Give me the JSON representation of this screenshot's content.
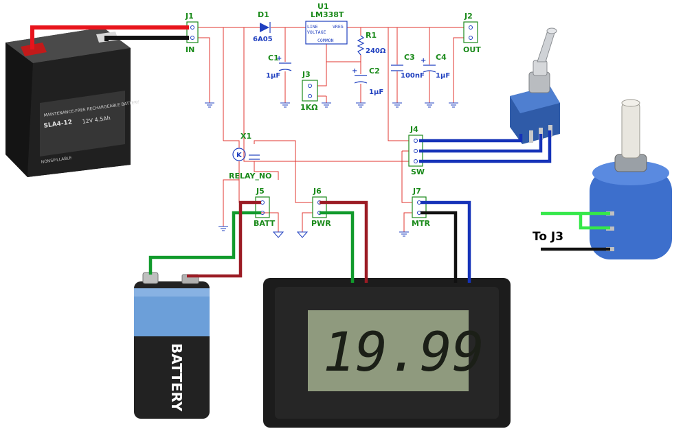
{
  "connectors": {
    "j1": {
      "ref": "J1",
      "name": "IN"
    },
    "j2": {
      "ref": "J2",
      "name": "OUT"
    },
    "j3": {
      "ref": "J3",
      "name": "1KΩ"
    },
    "j4": {
      "ref": "J4",
      "name": "SW"
    },
    "j5": {
      "ref": "J5",
      "name": "BATT"
    },
    "j6": {
      "ref": "J6",
      "name": "PWR"
    },
    "j7": {
      "ref": "J7",
      "name": "MTR"
    }
  },
  "components": {
    "d1": {
      "ref": "D1",
      "value": "6A05"
    },
    "u1": {
      "ref": "U1",
      "value": "LM338T",
      "pin_line": "LINE",
      "pin_voltage": "VOLTAGE",
      "pin_vreg": "VREG",
      "pin_common": "COMMON"
    },
    "r1": {
      "ref": "R1",
      "value": "240Ω"
    },
    "c1": {
      "ref": "C1",
      "value": "1µF"
    },
    "c2": {
      "ref": "C2",
      "value": "1µF"
    },
    "c3": {
      "ref": "C3",
      "value": "100nF"
    },
    "c4": {
      "ref": "C4",
      "value": "1µF"
    },
    "x1": {
      "ref": "X1",
      "value": "RELAY_NO",
      "coil": "K"
    }
  },
  "photos": {
    "sla_battery": {
      "line1": "SLA4-12",
      "line2": "12V 4.5Ah",
      "line3": "MAINTENANCE-FREE RECHARGEABLE BATTERY",
      "line4": "NONSPILLABLE"
    },
    "nine_volt_battery": {
      "label": "BATTERY"
    },
    "lcd_meter": {
      "reading": "19.99"
    },
    "potentiometer": {
      "note": "To J3"
    }
  },
  "colors": {
    "schematic_wire": "#e0342f",
    "schematic_part": "#1f3fbf",
    "schematic_label": "#1a8a1a",
    "wire_red": "#e8141c",
    "wire_darkred": "#9b1b24",
    "wire_green": "#119a2c",
    "wire_lightgreen": "#35e84a",
    "wire_blue": "#1532b8",
    "wire_black": "#111111"
  }
}
